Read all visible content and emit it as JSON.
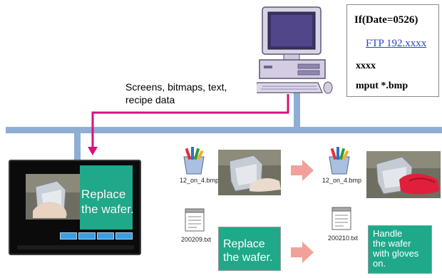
{
  "script_box": {
    "condition": "If(Date=0526)",
    "ftp_link": "FTP 192.xxxx",
    "user": "xxxx",
    "command": "mput *.bmp"
  },
  "transfer_caption": {
    "line1": "Screens, bitmaps, text,",
    "line2": "recipe data"
  },
  "touch_panel": {
    "message_line1": "Replace",
    "message_line2": "the wafer."
  },
  "files_before": {
    "bitmap_name": "12_on_4.bmp",
    "text_name": "200209.txt",
    "card_line1": "Replace",
    "card_line2": "the wafer."
  },
  "files_after": {
    "bitmap_name": "12_on_4.bmp",
    "text_name": "200210.txt",
    "card_lines": [
      "Handle",
      "the wafer",
      "with gloves",
      "on."
    ]
  },
  "colors": {
    "network_bus": "#8eaed6",
    "transfer_arrow": "#d6127e",
    "update_arrow": "#f4a09a",
    "message_green": "#1fa98a",
    "link_blue": "#2a47b8"
  },
  "icons": [
    "computer-icon",
    "bitmap-tools-icon",
    "text-notepad-icon",
    "wafer-machine-photo"
  ]
}
